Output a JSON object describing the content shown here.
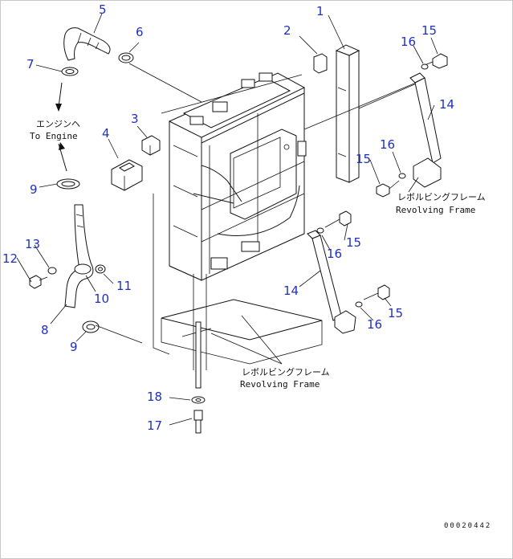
{
  "callouts": {
    "c1": "1",
    "c2": "2",
    "c3": "3",
    "c4": "4",
    "c5": "5",
    "c6": "6",
    "c7": "7",
    "c8": "8",
    "c9a": "9",
    "c9b": "9",
    "c10": "10",
    "c11": "11",
    "c12": "12",
    "c13": "13",
    "c14a": "14",
    "c14b": "14",
    "c15a": "15",
    "c15b": "15",
    "c15c": "15",
    "c15d": "15",
    "c16a": "16",
    "c16b": "16",
    "c16c": "16",
    "c16d": "16",
    "c17": "17",
    "c18": "18"
  },
  "notes": {
    "engine_jp": "エンジンヘ",
    "engine_en": "To Engine",
    "frame_jp_right": "レボルビングフレーム",
    "frame_en_right": "Revolving Frame",
    "frame_jp_bottom": "レボルビングフレーム",
    "frame_en_bottom": "Revolving Frame"
  },
  "drawing_code": "00020442"
}
